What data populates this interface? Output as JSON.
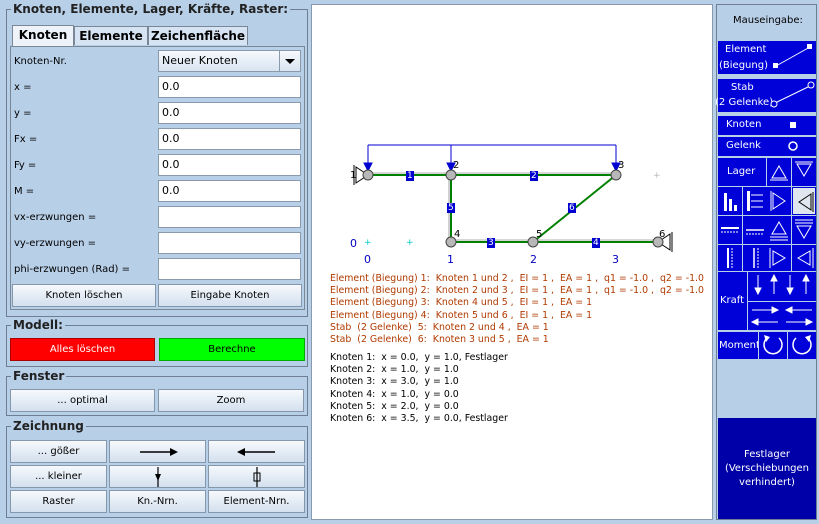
{
  "input_panel": {
    "title": "Knoten, Elemente, Lager, Kräfte, Raster:",
    "tabs": [
      "Knoten",
      "Elemente",
      "Zeichenfläche"
    ],
    "node_label": "Knoten-Nr.",
    "node_select": "Neuer Knoten",
    "fields": [
      {
        "label": "x =",
        "value": "0.0"
      },
      {
        "label": "y =",
        "value": "0.0"
      },
      {
        "label": "Fx =",
        "value": "0.0"
      },
      {
        "label": "Fy =",
        "value": "0.0"
      },
      {
        "label": "M  =",
        "value": "0.0"
      },
      {
        "label": "vx-erzwungen =",
        "value": ""
      },
      {
        "label": "vy-erzwungen =",
        "value": ""
      },
      {
        "label": "phi-erzwungen (Rad) =",
        "value": ""
      }
    ],
    "delete_button": "Knoten löschen",
    "enter_button": "Eingabe Knoten"
  },
  "model_panel": {
    "title": "Modell:",
    "clear_button": "Alles löschen",
    "compute_button": "Berechne",
    "clear_color": "#ff0000",
    "compute_color": "#00ff00"
  },
  "window_panel": {
    "title": "Fenster",
    "optimal_button": "... optimal",
    "zoom_button": "Zoom"
  },
  "drawing_panel": {
    "title": "Zeichnung",
    "bigger_button": "... gößer",
    "smaller_button": "... kleiner",
    "grid_button": "Raster",
    "node_numbers_button": "Kn.-Nrn.",
    "element_numbers_button": "Element-Nrn.",
    "move_right_icon": "arrow-right-icon",
    "move_left_icon": "arrow-left-icon",
    "move_down_icon": "arrow-down-icon",
    "move_up_icon": "arrow-up-icon"
  },
  "canvas": {
    "node_numbers": [
      "1",
      "2",
      "3",
      "4",
      "5",
      "6"
    ],
    "element_numbers": [
      "1",
      "2",
      "3",
      "4",
      "5",
      "6"
    ],
    "axis_labels": [
      "0",
      "1",
      "2",
      "3"
    ],
    "origin_label": "0",
    "element_lines": [
      "Element (Biegung) 1:  Knoten 1 und 2 ,  EI = 1 ,  EA = 1 ,  q1 = -1.0 ,  q2 = -1.0",
      "Element (Biegung) 2:  Knoten 2 und 3 ,  EI = 1 ,  EA = 1 ,  q1 = -1.0 ,  q2 = -1.0",
      "Element (Biegung) 3:  Knoten 4 und 5 ,  EI = 1 ,  EA = 1",
      "Element (Biegung) 4:  Knoten 5 und 6 ,  EI = 1 ,  EA = 1",
      "Stab  (2 Gelenke)  5:  Knoten 2 und 4 ,  EA = 1",
      "Stab  (2 Gelenke)  6:  Knoten 3 und 5 ,  EA = 1"
    ],
    "node_lines": [
      "Knoten 1:  x = 0.0,  y = 1.0, Festlager",
      "Knoten 2:  x = 1.0,  y = 1.0",
      "Knoten 3:  x = 3.0,  y = 1.0",
      "Knoten 4:  x = 1.0,  y = 0.0",
      "Knoten 5:  x = 2.0,  y = 0.0",
      "Knoten 6:  x = 3.5,  y = 0.0, Festlager"
    ]
  },
  "mouse_panel": {
    "title": "Mauseingabe:",
    "element_button": "Element (Biegung)",
    "element_line1": "Element",
    "element_line2": "(Biegung)",
    "stab_line1": "Stab",
    "stab_line2": "(2 Gelenke)",
    "knoten_button": "Knoten",
    "gelenk_button": "Gelenk",
    "lager_label": "Lager",
    "kraft_label": "Kraft",
    "moment_label": "Moment",
    "status_text": [
      "Festlager",
      "(Verschiebungen",
      "verhindert)"
    ]
  }
}
